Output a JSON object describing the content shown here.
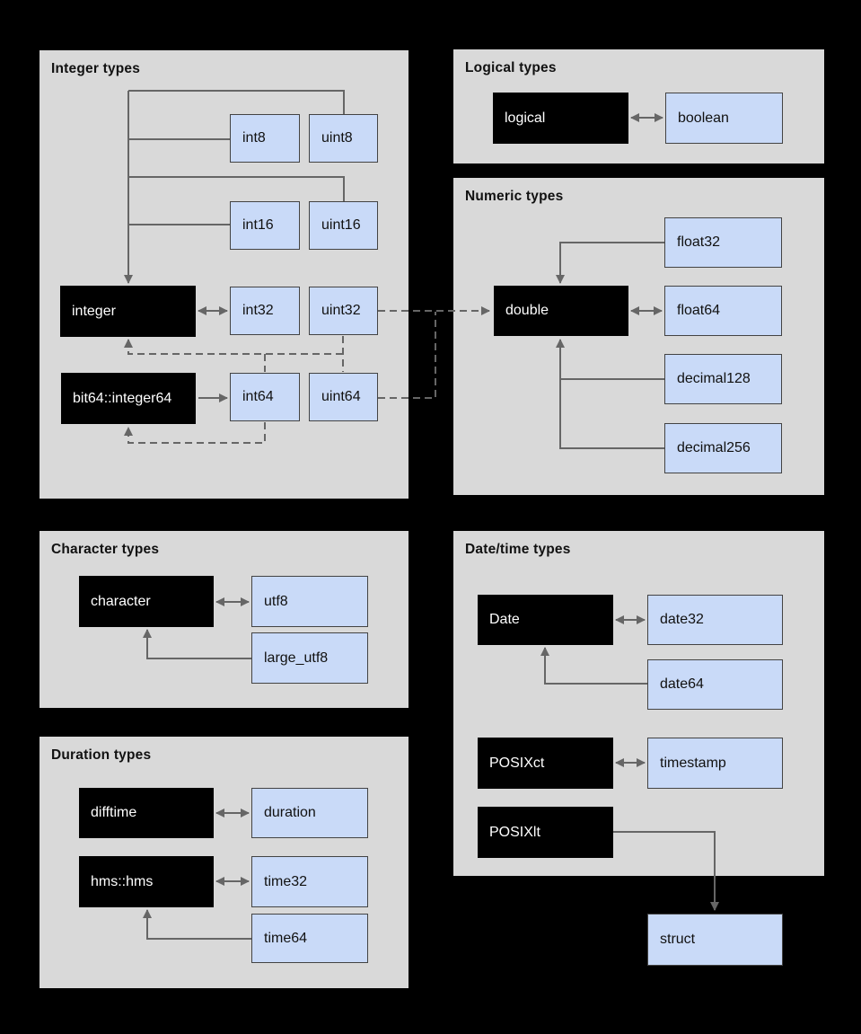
{
  "colors": {
    "page_background": "#000000",
    "panel_background": "#d9d9d9",
    "r_box_background": "#000000",
    "r_box_text": "#ffffff",
    "arrow_box_background": "#c9daf8",
    "arrow_box_border": "#434343",
    "connector_line": "#666666",
    "title_text": "#111111"
  },
  "panels": {
    "integer": {
      "title": "Integer types"
    },
    "logical": {
      "title": "Logical types"
    },
    "numeric": {
      "title": "Numeric types"
    },
    "character": {
      "title": "Character types"
    },
    "duration": {
      "title": "Duration types"
    },
    "datetime": {
      "title": "Date/time types"
    }
  },
  "nodes": {
    "integer": {
      "label": "integer",
      "kind": "r"
    },
    "bit64_integer64": {
      "label": "bit64::integer64",
      "kind": "r"
    },
    "int8": {
      "label": "int8",
      "kind": "arrow"
    },
    "uint8": {
      "label": "uint8",
      "kind": "arrow"
    },
    "int16": {
      "label": "int16",
      "kind": "arrow"
    },
    "uint16": {
      "label": "uint16",
      "kind": "arrow"
    },
    "int32": {
      "label": "int32",
      "kind": "arrow"
    },
    "uint32": {
      "label": "uint32",
      "kind": "arrow"
    },
    "int64": {
      "label": "int64",
      "kind": "arrow"
    },
    "uint64": {
      "label": "uint64",
      "kind": "arrow"
    },
    "logical": {
      "label": "logical",
      "kind": "r"
    },
    "boolean": {
      "label": "boolean",
      "kind": "arrow"
    },
    "double": {
      "label": "double",
      "kind": "r"
    },
    "float32": {
      "label": "float32",
      "kind": "arrow"
    },
    "float64": {
      "label": "float64",
      "kind": "arrow"
    },
    "decimal128": {
      "label": "decimal128",
      "kind": "arrow"
    },
    "decimal256": {
      "label": "decimal256",
      "kind": "arrow"
    },
    "character": {
      "label": "character",
      "kind": "r"
    },
    "utf8": {
      "label": "utf8",
      "kind": "arrow"
    },
    "large_utf8": {
      "label": "large_utf8",
      "kind": "arrow"
    },
    "difftime": {
      "label": "difftime",
      "kind": "r"
    },
    "duration": {
      "label": "duration",
      "kind": "arrow"
    },
    "hms_hms": {
      "label": "hms::hms",
      "kind": "r"
    },
    "time32": {
      "label": "time32",
      "kind": "arrow"
    },
    "time64": {
      "label": "time64",
      "kind": "arrow"
    },
    "Date": {
      "label": "Date",
      "kind": "r"
    },
    "date32": {
      "label": "date32",
      "kind": "arrow"
    },
    "date64": {
      "label": "date64",
      "kind": "arrow"
    },
    "POSIXct": {
      "label": "POSIXct",
      "kind": "r"
    },
    "timestamp": {
      "label": "timestamp",
      "kind": "arrow"
    },
    "POSIXlt": {
      "label": "POSIXlt",
      "kind": "r"
    },
    "struct": {
      "label": "struct",
      "kind": "arrow"
    }
  }
}
